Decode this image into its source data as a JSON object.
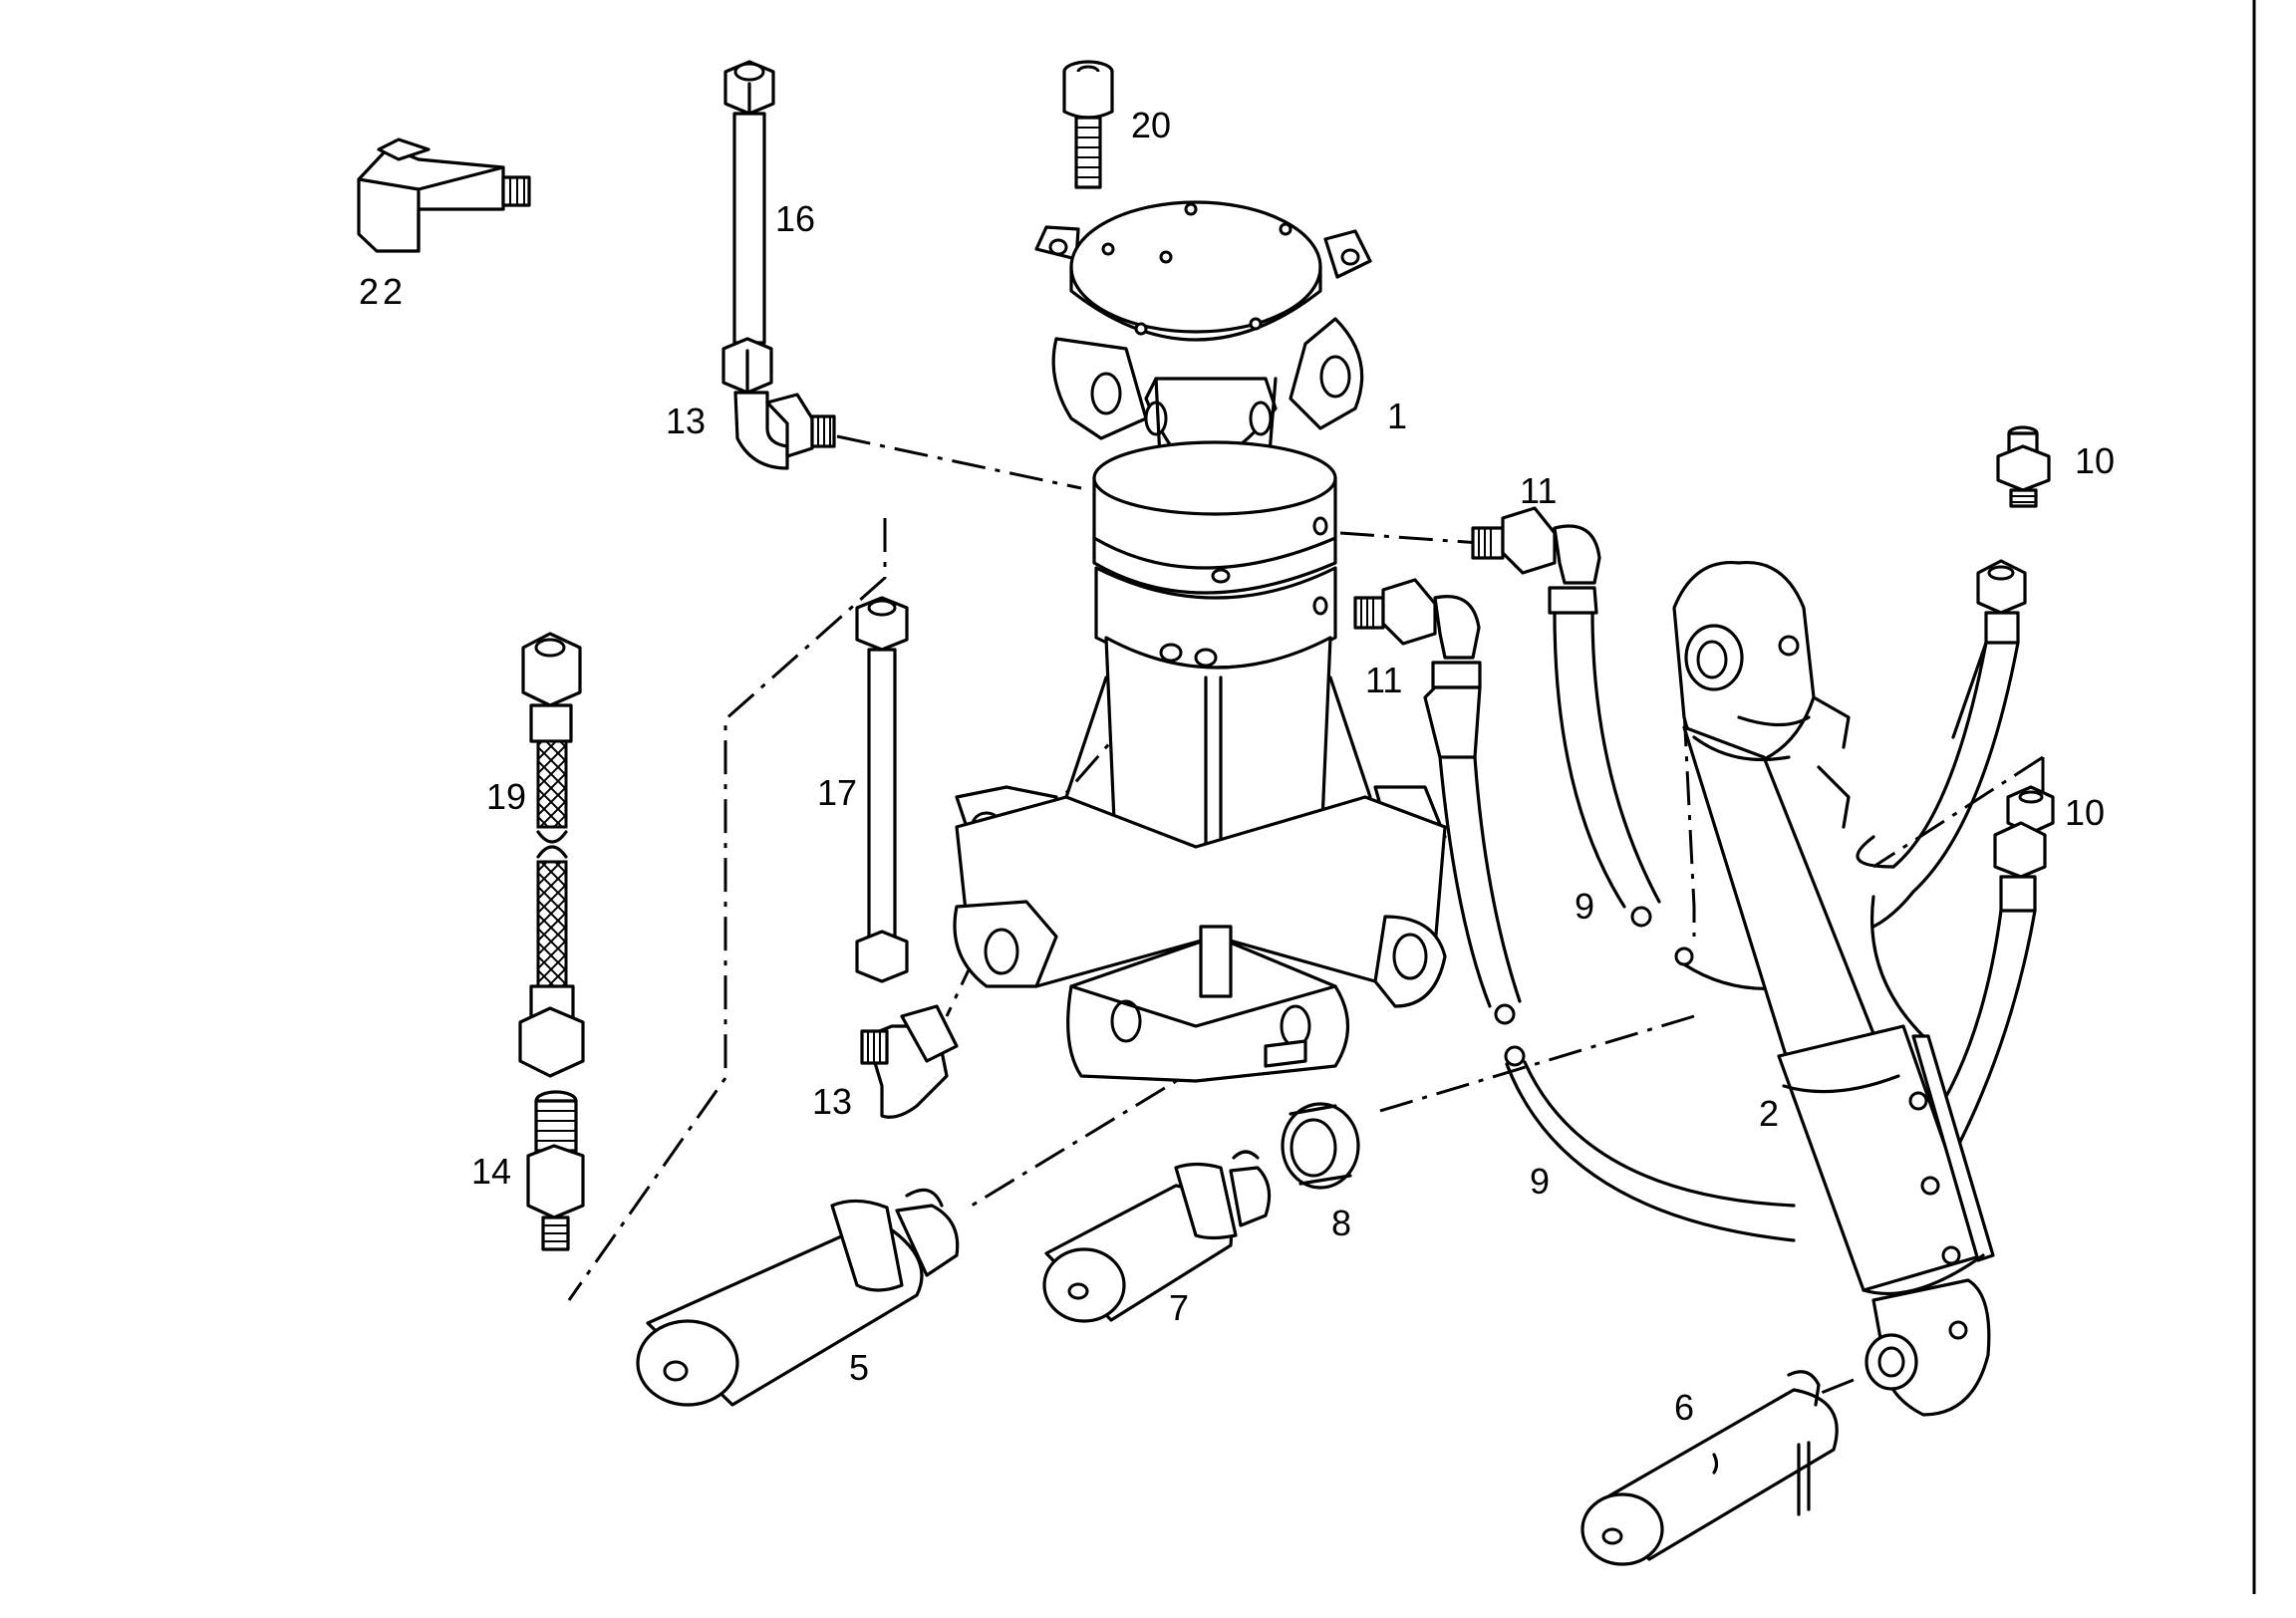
{
  "diagram": {
    "labels": {
      "p1": "1",
      "p2": "2",
      "p5": "5",
      "p6": "6",
      "p7": "7",
      "p8": "8",
      "p9a": "9",
      "p9b": "9",
      "p10a": "10",
      "p10b": "10",
      "p11a": "11",
      "p11b": "11",
      "p13a": "13",
      "p13b": "13",
      "p14": "14",
      "p16": "16",
      "p17": "17",
      "p19": "19",
      "p20": "20",
      "p22": "22"
    }
  }
}
